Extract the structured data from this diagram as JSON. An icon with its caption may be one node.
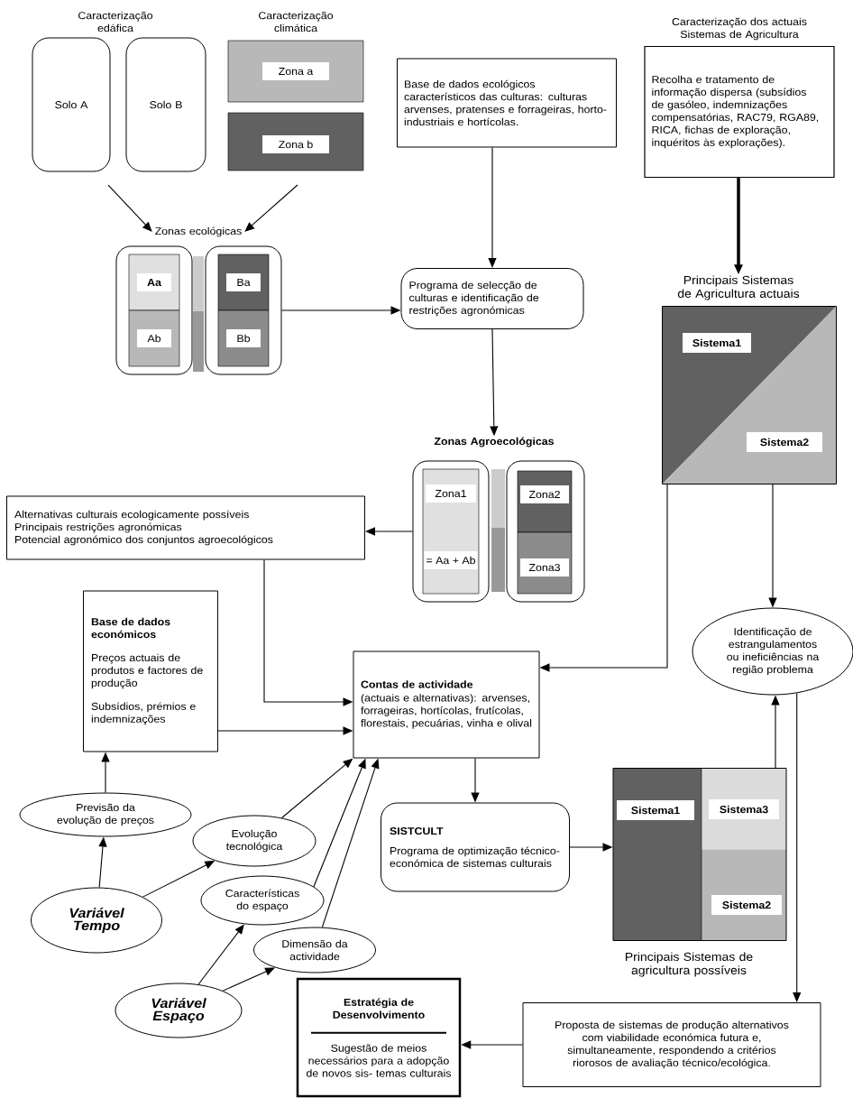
{
  "diagram": {
    "nodes": [
      {
        "text": [
          "Solo A"
        ]
      },
      {
        "text": [
          "Solo B"
        ]
      },
      {
        "text": [
          "Zona a"
        ]
      },
      {
        "text": [
          "Zona b"
        ]
      },
      {
        "text": [
          "Zonas ecológicas"
        ]
      },
      {
        "text": [],
        "shape": "box"
      },
      {
        "text": [
          "Aa"
        ],
        "in": 5
      },
      {
        "text": [
          "Ab"
        ],
        "in": 5
      },
      {
        "text": [],
        "shape": "box"
      },
      {
        "text": [
          "Ba"
        ],
        "in": 8
      },
      {
        "text": [
          "Bb"
        ],
        "in": 8
      },
      {
        "text": [
          "Base de dados ecológicos característicos das culturas: culturas arvenses, pratenses e forrageiras, horto-industriais e hortícolas."
        ]
      },
      {
        "text": [
          "Programa de selecção de culturas e identificação de restrições agronómicas"
        ]
      },
      {
        "text": [
          "Zonas Agroecológicas"
        ]
      },
      {
        "text": [],
        "shape": "box"
      },
      {
        "text": [
          "Zona1",
          "= Aa + Ab"
        ],
        "in": 14
      },
      {
        "text": [],
        "shape": "box"
      },
      {
        "text": [
          "Zona2"
        ],
        "in": 16
      },
      {
        "text": [
          "Zona3"
        ],
        "in": 16
      },
      {
        "text": [
          "Alternativas culturais ecologicamente possíveis",
          "Principais restrições agronómicas",
          "Potencial agronómico dos conjuntos agroecológicos"
        ]
      },
      {
        "text": [
          "Caracterização dos actuais Sistemas de Agricultura",
          "Recolha e tratamento de informação dispersa (subsídios de gasóleo, indemnizações compensatórias, RAC79, RGA89, RICA, fichas de exploração, inquéritos às explorações)."
        ]
      },
      {
        "text": [
          "Principais Sistemas de Agricultura actuais"
        ]
      },
      {
        "text": [
          "Sistema1"
        ],
        "in": 21
      },
      {
        "text": [
          "Sistema2"
        ],
        "in": 21
      },
      {
        "text": [
          "Base de dados económicos",
          "Preços actuais de produtos e factores de produção",
          "Subsídios, prémios e indemnizações"
        ]
      },
      {
        "text": [
          "Contas de actividade",
          "(actuais e alternativas): arvenses, forrageiras, hortícolas, frutícolas, florestais, pecuárias, vinha e olival"
        ]
      },
      {
        "text": [
          "Identificação de estrangulamentos ou ineficiências na região problema"
        ]
      },
      {
        "text": [
          "Previsão da evolução de preços"
        ]
      },
      {
        "text": [
          "Evolução tecnológica"
        ]
      },
      {
        "text": [
          "Variável Tempo"
        ]
      },
      {
        "text": [
          "Características do espaço"
        ]
      },
      {
        "text": [
          "Dimensão da actividade"
        ]
      },
      {
        "text": [
          "Variável Espaço"
        ]
      },
      {
        "text": [
          "SISTCULT",
          "Programa de optimização técnico-económica de sistemas culturais"
        ]
      },
      {
        "text": [
          "Principais Sistemas de agricultura possíveis"
        ]
      },
      {
        "text": [
          "Sistema1"
        ],
        "in": 34
      },
      {
        "text": [
          "Sistema3"
        ],
        "in": 34
      },
      {
        "text": [
          "Sistema2"
        ],
        "in": 34
      },
      {
        "text": [
          "Proposta de sistemas de produção alternativos com viabilidade económica futura e, simultaneamente, respondendo a critérios riorosos de avaliação técnico/ecológica."
        ]
      },
      {
        "text": [
          "Estratégia de Desenvolvimento",
          "Sugestão de meios necessários para a adopção de novos sis- temas culturais"
        ]
      }
    ],
    "edges": [
      {
        "from": null,
        "to": 4,
        "arrow": "to"
      },
      {
        "from": null,
        "to": 4,
        "arrow": "to"
      },
      {
        "from": 8,
        "to": 12,
        "arrow": "to"
      },
      {
        "from": 11,
        "to": 12,
        "arrow": "to"
      },
      {
        "from": 12,
        "to": 13,
        "arrow": "to"
      },
      {
        "from": 20,
        "to": 21,
        "arrow": "to",
        "style": "thick"
      },
      {
        "from": 14,
        "to": 19,
        "arrow": "to"
      },
      {
        "from": 19,
        "to": 25,
        "arrow": "to"
      },
      {
        "from": 21,
        "to": 25,
        "arrow": "to"
      },
      {
        "from": 21,
        "to": 26,
        "arrow": "to"
      },
      {
        "from": 24,
        "to": 25,
        "arrow": "to"
      },
      {
        "from": 27,
        "to": 24,
        "arrow": "to"
      },
      {
        "from": 29,
        "to": 27,
        "arrow": "to"
      },
      {
        "from": 29,
        "to": 28,
        "arrow": "to"
      },
      {
        "from": 28,
        "to": 25,
        "arrow": "to"
      },
      {
        "from": 30,
        "to": 25,
        "arrow": "to"
      },
      {
        "from": 31,
        "to": 25,
        "arrow": "to"
      },
      {
        "from": 32,
        "to": 30,
        "arrow": "to"
      },
      {
        "from": 32,
        "to": 31,
        "arrow": "to"
      },
      {
        "from": 25,
        "to": 33,
        "arrow": "to"
      },
      {
        "from": 33,
        "to": 34,
        "arrow": "to"
      },
      {
        "from": 34,
        "to": 26,
        "arrow": "to"
      },
      {
        "from": 26,
        "to": 38,
        "arrow": "to"
      },
      {
        "from": 38,
        "to": 39,
        "arrow": "to"
      }
    ],
    "labels": [
      "Caracterização edáfica",
      "Caracterização climática"
    ]
  }
}
